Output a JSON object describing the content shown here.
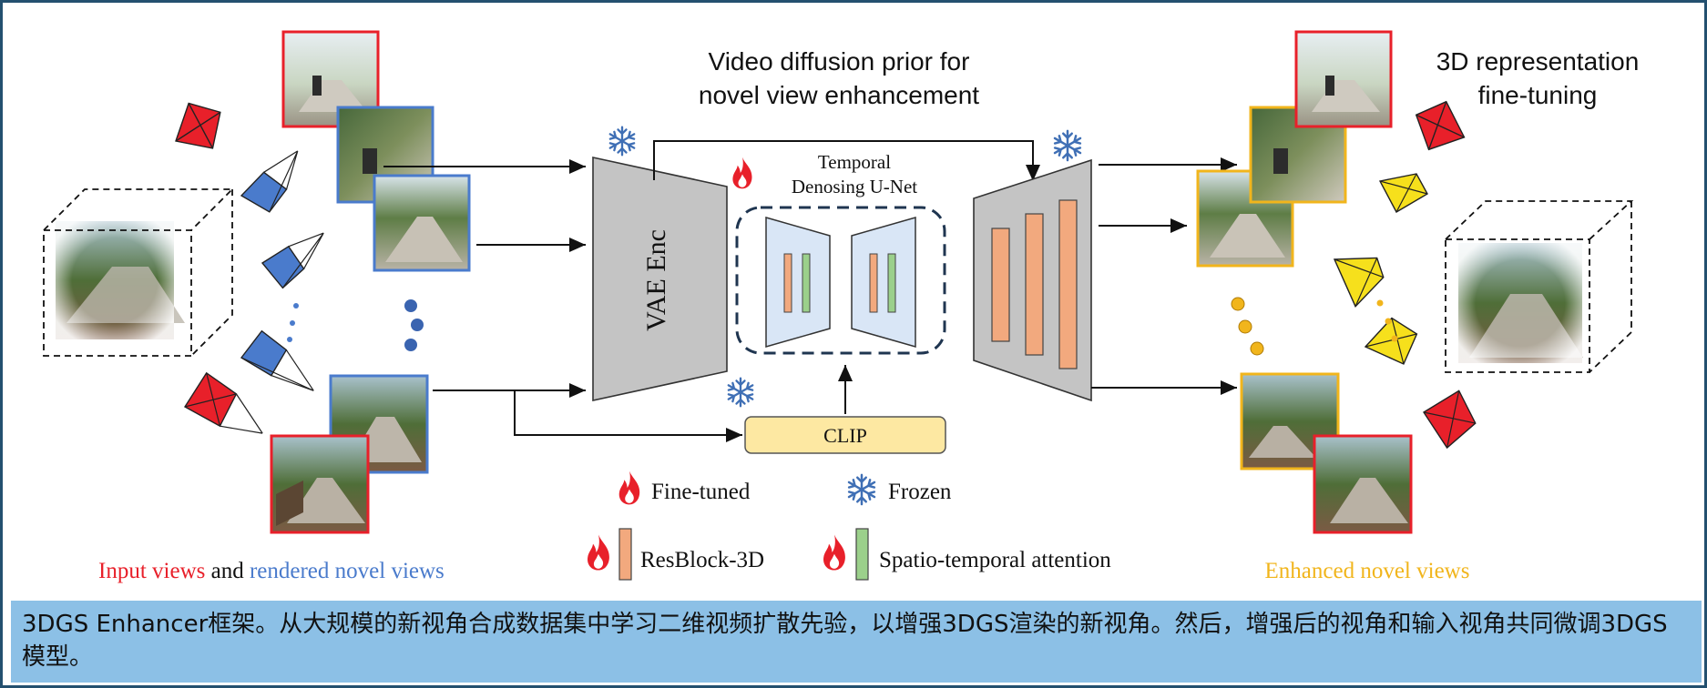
{
  "headings": {
    "diffusion_prior_line1": "Video diffusion prior for",
    "diffusion_prior_line2": "novel view enhancement",
    "finetune_line1": "3D representation",
    "finetune_line2": "fine-tuning"
  },
  "modules": {
    "vae_enc": "VAE Enc",
    "unet_line1": "Temporal",
    "unet_line2": "Denosing U-Net",
    "clip": "CLIP"
  },
  "legend": {
    "fine_tuned": "Fine-tuned",
    "frozen": "Frozen",
    "resblock": "ResBlock-3D",
    "attention": "Spatio-temporal attention"
  },
  "bottom_labels": {
    "input_views": "Input views",
    "and": " and ",
    "rendered_views": "rendered novel views",
    "enhanced_views": "Enhanced novel views"
  },
  "caption": {
    "text": "3DGS Enhancer框架。从大规模的新视角合成数据集中学习二维视频扩散先验，以增强3DGS渲染的新视角。然后，增强后的视角和输入视角共同微调3DGS模型。"
  },
  "colors": {
    "input_red": "#e8202a",
    "rendered_blue": "#4a7bcc",
    "enhanced_yellow": "#f1b51c",
    "resblock_orange": "#f2a97e",
    "attention_green": "#9bd08b",
    "caption_bg": "#8cc0e6",
    "border": "#24506f"
  },
  "icons": [
    "snowflake-icon",
    "flame-icon"
  ]
}
